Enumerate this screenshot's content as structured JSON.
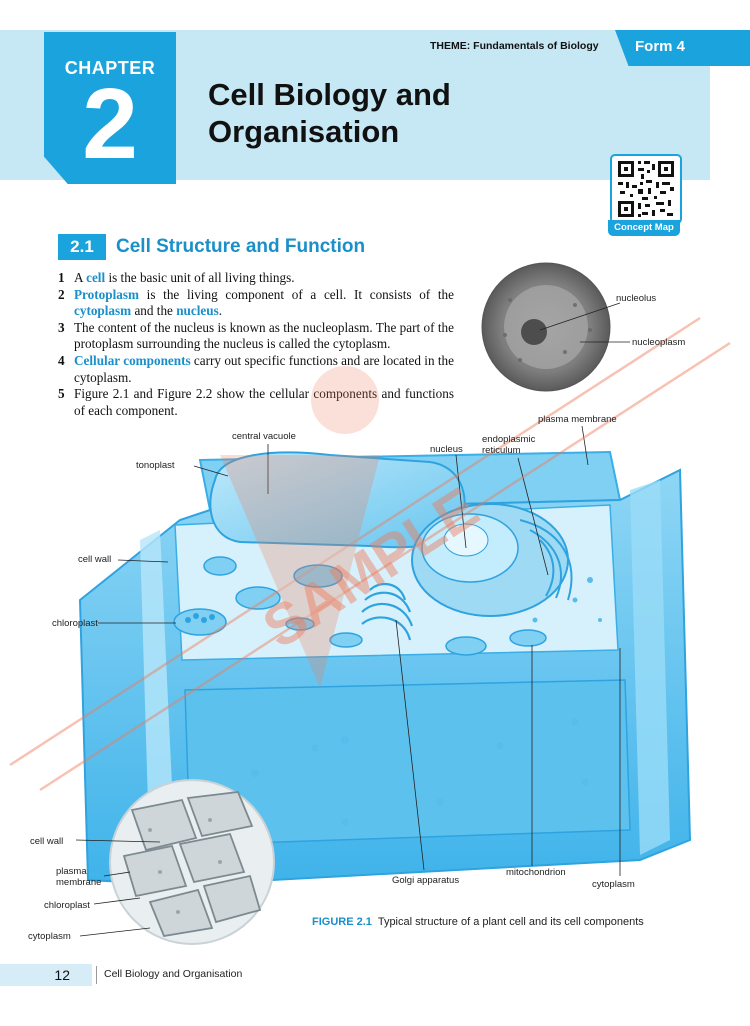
{
  "header": {
    "theme": "THEME: Fundamentals of Biology",
    "form": "Form 4",
    "chapter_word": "CHAPTER",
    "chapter_number": "2",
    "title_line1": "Cell Biology and",
    "title_line2": "Organisation",
    "qr_label": "Concept Map"
  },
  "section": {
    "number": "2.1",
    "title": "Cell Structure and Function"
  },
  "points": [
    {
      "n": "1",
      "a": "A ",
      "k1": "cell",
      "b": " is the basic unit of all living things."
    },
    {
      "n": "2",
      "k1": "Protoplasm",
      "b": " is the living component of a cell. It consists of the ",
      "k2": "cytoplasm",
      "c": " and the ",
      "k3": "nucleus",
      "d": "."
    },
    {
      "n": "3",
      "b": "The content of the nucleus is known as the nucleoplasm. The part of the protoplasm surrounding the nucleus is called the cytoplasm."
    },
    {
      "n": "4",
      "k1": "Cellular components",
      "b": " carry out specific functions and are located in the cytoplasm."
    },
    {
      "n": "5",
      "b": "Figure 2.1 and Figure 2.2 show the cellular components and functions of each component."
    }
  ],
  "micrograph_labels": {
    "nucleolus": "nucleolus",
    "nucleoplasm": "nucleoplasm"
  },
  "cell_labels": {
    "plasma_membrane": "plasma membrane",
    "endoplasmic_reticulum_1": "endoplasmic",
    "endoplasmic_reticulum_2": "reticulum",
    "nucleus": "nucleus",
    "central_vacuole": "central vacuole",
    "tonoplast": "tonoplast",
    "cell_wall": "cell wall",
    "chloroplast": "chloroplast",
    "golgi": "Golgi apparatus",
    "mitochondrion": "mitochondrion",
    "cytoplasm": "cytoplasm"
  },
  "inset_labels": {
    "cell_wall": "cell wall",
    "plasma_membrane_1": "plasma",
    "plasma_membrane_2": "membrane",
    "chloroplast": "chloroplast",
    "cytoplasm": "cytoplasm"
  },
  "caption": {
    "tag": "FIGURE 2.1",
    "text": "Typical structure of a plant cell and its cell components"
  },
  "watermark": "SAMPLE",
  "footer": {
    "page": "12",
    "title": "Cell Biology and Organisation"
  },
  "colors": {
    "accent": "#1aa3dc",
    "band": "#c6e7f4",
    "keyword": "#1a8fc9",
    "cell": "#5fc4ee",
    "watermark": "#ef7a5a"
  }
}
